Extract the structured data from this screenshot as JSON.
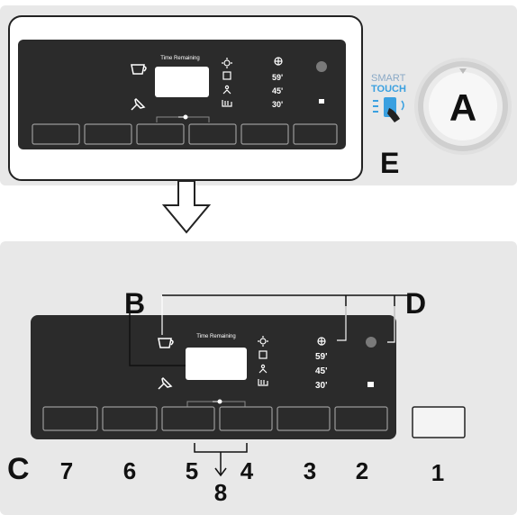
{
  "panel": {
    "title_text": "Time Remaining",
    "program_times": [
      "59'",
      "45'",
      "30'"
    ]
  },
  "smart_touch": {
    "line1": "SMART",
    "line2": "TOUCH"
  },
  "dial": {
    "label": "A"
  },
  "callouts": {
    "B": "B",
    "C": "C",
    "D": "D",
    "E": "E"
  },
  "button_numbers": [
    "7",
    "6",
    "5",
    "4",
    "3",
    "2",
    "1"
  ],
  "combo_number": "8",
  "colors": {
    "panel": "#2a2a2a",
    "housing": "#e9e9e9",
    "smart_blue": "#3aa0e0",
    "dial_ring": "#d8d8d8"
  }
}
